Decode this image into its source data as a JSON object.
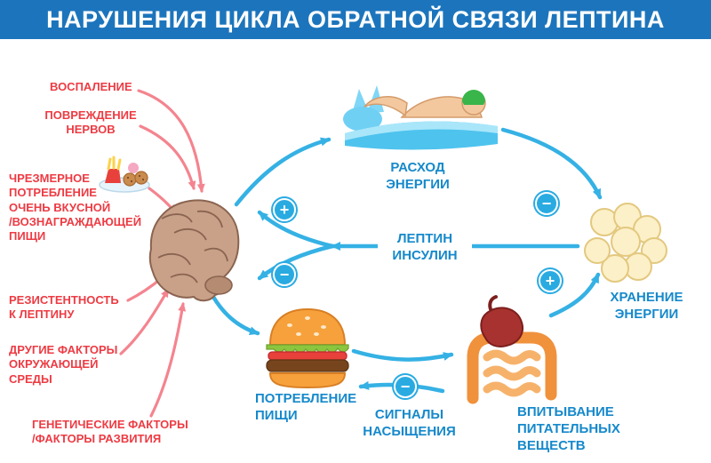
{
  "header": {
    "title": "НАРУШЕНИЯ ЦИКЛА ОБРАТНОЙ СВЯЗИ ЛЕПТИНА"
  },
  "colors": {
    "header_bg": "#1c75bc",
    "cycle_label_blue": "#1689cb",
    "cycle_arrow_blue": "#35b1e4",
    "factor_red": "#ed3b43",
    "factor_arrow_pink": "#f4848f"
  },
  "factors": [
    {
      "label": "ВОСПАЛЕНИЕ"
    },
    {
      "label": "ПОВРЕЖДЕНИЕ\nНЕРВОВ"
    },
    {
      "label": "ЧРЕЗМЕРНОЕ\nПОТРЕБЛЕНИЕ\nОЧЕНЬ ВКУСНОЙ\n/ВОЗНАГРАЖДАЮЩЕЙ\nПИЩИ"
    },
    {
      "label": "РЕЗИСТЕНТНОСТЬ\nК ЛЕПТИНУ"
    },
    {
      "label": "ДРУГИЕ ФАКТОРЫ\nОКРУЖАЮЩЕЙ\nСРЕДЫ"
    },
    {
      "label": "ГЕНЕТИЧЕСКИЕ ФАКТОРЫ\n/ФАКТОРЫ РАЗВИТИЯ"
    }
  ],
  "nodes": [
    {
      "id": "energy-expenditure",
      "label": "РАСХОД\nЭНЕРГИИ",
      "icon": "swimmer-icon"
    },
    {
      "id": "leptin-insulin",
      "label": "ЛЕПТИН\nИНСУЛИН",
      "icon": ""
    },
    {
      "id": "energy-storage",
      "label": "ХРАНЕНИЕ\nЭНЕРГИИ",
      "icon": "fat-cells-icon"
    },
    {
      "id": "food-intake",
      "label": "ПОТРЕБЛЕНИЕ\nПИЩИ",
      "icon": "hamburger-icon"
    },
    {
      "id": "satiety-signals",
      "label": "СИГНАЛЫ\nНАСЫЩЕНИЯ",
      "icon": ""
    },
    {
      "id": "nutrient-absorption",
      "label": "ВПИТЫВАНИЕ\nПИТАТЕЛЬНЫХ\nВЕЩЕСТВ",
      "icon": "intestines-icon"
    }
  ],
  "badges": [
    {
      "id": "leptin-to-expenditure",
      "symbol": "+"
    },
    {
      "id": "leptin-to-intake",
      "symbol": "−"
    },
    {
      "id": "expenditure-to-storage",
      "symbol": "−"
    },
    {
      "id": "absorption-to-storage",
      "symbol": "+"
    },
    {
      "id": "satiety-to-intake",
      "symbol": "−"
    }
  ]
}
